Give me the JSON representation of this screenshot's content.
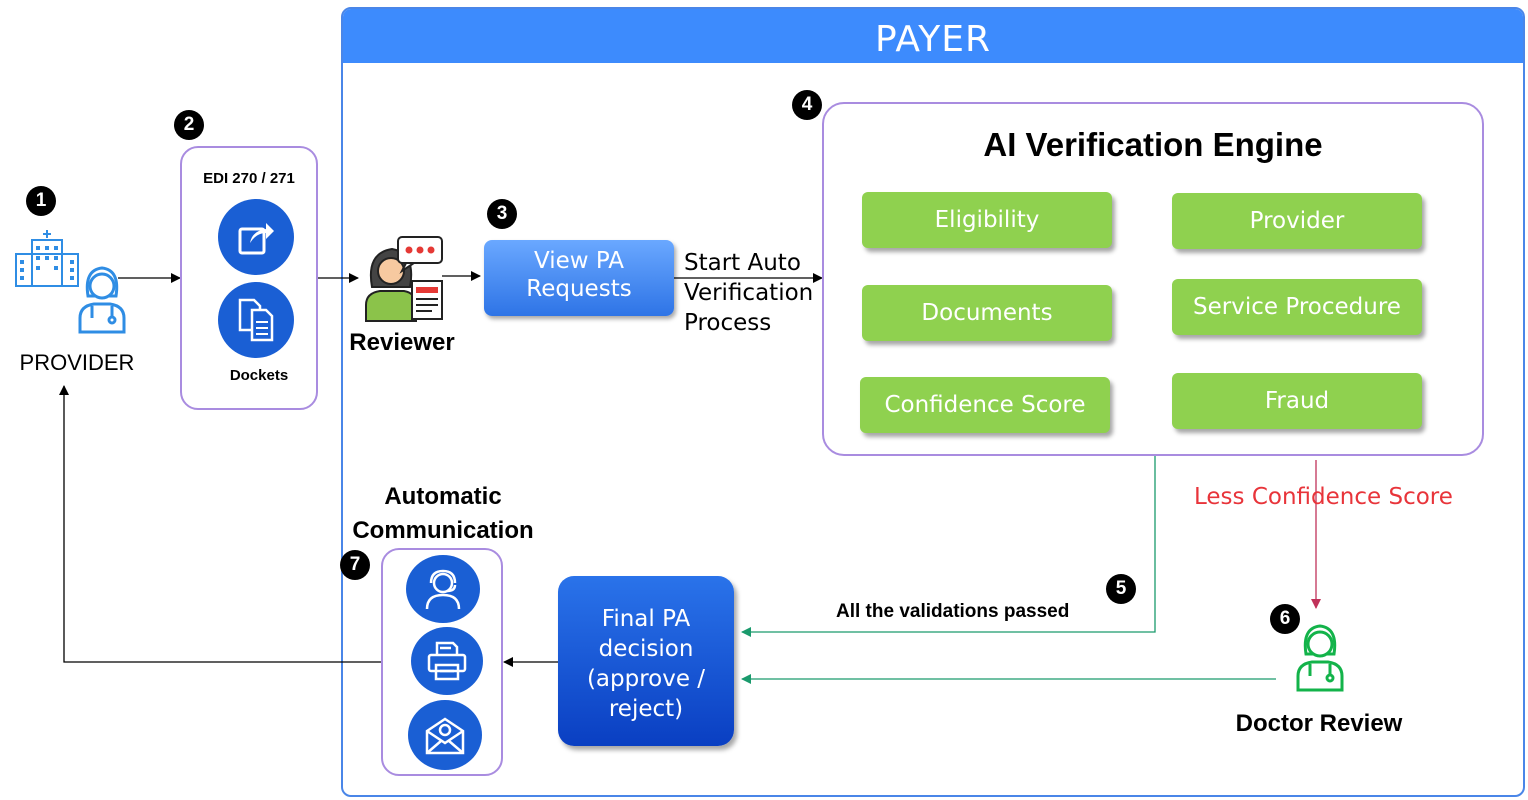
{
  "payer": {
    "title": "PAYER"
  },
  "provider": {
    "label": "PROVIDER"
  },
  "edi": {
    "title": "EDI 270 / 271",
    "dockets": "Dockets"
  },
  "reviewer": {
    "label": "Reviewer"
  },
  "view_pa": {
    "line1": "View PA",
    "line2": "Requests"
  },
  "start_auto": {
    "line1": "Start Auto",
    "line2": "Verification",
    "line3": "Process"
  },
  "engine": {
    "title": "AI Verification Engine",
    "items": [
      "Eligibility",
      "Provider",
      "Documents",
      "Service Procedure",
      "Confidence Score",
      "Fraud"
    ]
  },
  "less_confidence": "Less Confidence Score",
  "validations_passed": "All the validations passed",
  "doctor_review": "Doctor Review",
  "final_pa": {
    "line1": "Final PA",
    "line2": "decision",
    "line3": "(approve /",
    "line4": "reject)"
  },
  "automatic": {
    "line1": "Automatic",
    "line2": "Communication"
  },
  "steps": [
    "1",
    "2",
    "3",
    "4",
    "5",
    "6",
    "7"
  ],
  "colors": {
    "payer_blue": "#3d8bfd",
    "green": "#8fd14f",
    "red_label": "#e8343a",
    "teal_arrow": "#1a9a6c",
    "crimson_arrow": "#c0325a",
    "purple_border": "#a98ce0"
  }
}
